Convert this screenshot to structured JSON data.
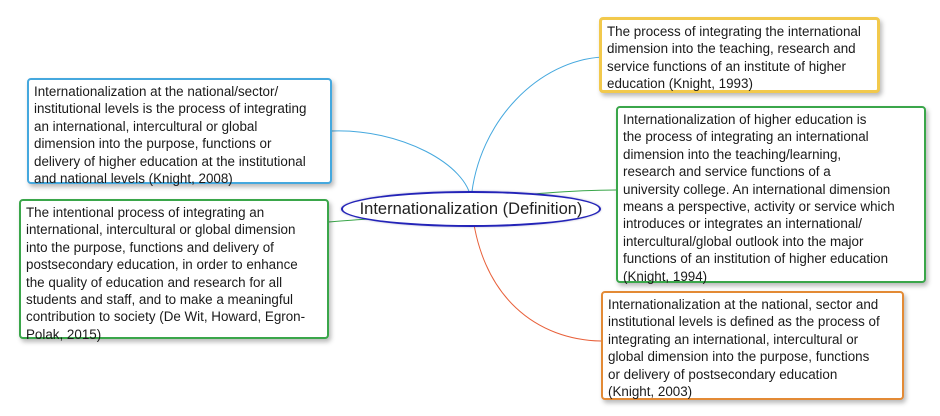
{
  "center": {
    "label": "Internationalization (Definition)"
  },
  "nodes": {
    "n1": "Internationalization at the national/sector/\ninstitutional levels is the process of integrating\nan international, intercultural or global\ndimension into the purpose, functions or\ndelivery of higher education at the institutional\nand national levels (Knight, 2008)",
    "n2": "The intentional process of integrating an\ninternational, intercultural or global dimension\ninto the purpose, functions and delivery of\npostsecondary education, in order to enhance\nthe quality of education and research for all\nstudents and staff, and to make a meaningful\ncontribution to society (De Wit, Howard, Egron-\nPolak, 2015)",
    "n3": "The process of integrating the international\ndimension into the teaching, research and\nservice functions of an institute of higher\neducation (Knight, 1993)",
    "n4": "Internationalization of higher education is\nthe process of integrating an international\ndimension into the teaching/learning,\nresearch and service functions of a\nuniversity college. An international dimension\nmeans a perspective, activity or service which\nintroduces or integrates an international/\nintercultural/global outlook into the major\nfunctions of an institution of higher education\n(Knight, 1994)",
    "n5": "Internationalization at the national, sector and\ninstitutional levels is defined as the process of\nintegrating an international, intercultural or\nglobal dimension into the purpose, functions\nor delivery of postsecondary education\n(Knight, 2003)"
  },
  "colors": {
    "blue": "#45a8de",
    "yellow": "#f2c94c",
    "green": "#3aa64a",
    "orange": "#e38a35",
    "center_border": "#2323b8"
  }
}
